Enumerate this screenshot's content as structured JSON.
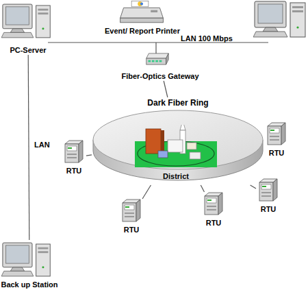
{
  "diagram": {
    "nodes": [
      {
        "text": [
          "PC-Server"
        ]
      },
      {
        "text": [
          "Event/ Report Printer"
        ]
      },
      {
        "text": [
          "Fiber-Optics Gateway"
        ]
      },
      {
        "text": [
          "Dark Fiber Ring"
        ]
      },
      {
        "text": [
          "District"
        ],
        "in": 3
      },
      {
        "text": [
          "RTU"
        ]
      },
      {
        "text": [
          "RTU"
        ]
      },
      {
        "text": [
          "RTU"
        ]
      },
      {
        "text": [
          "RTU"
        ]
      },
      {
        "text": [
          "RTU"
        ]
      },
      {
        "text": [
          "Back up Station"
        ]
      }
    ],
    "edges": [
      {
        "from": 0,
        "to": 10,
        "label": "LAN",
        "arrow": "none"
      },
      {
        "from": 2,
        "to": 3,
        "arrow": "none"
      },
      {
        "from": 5,
        "to": 3,
        "arrow": "none"
      },
      {
        "from": 6,
        "to": 3,
        "arrow": "none"
      },
      {
        "from": 7,
        "to": 3,
        "arrow": "none"
      },
      {
        "from": 8,
        "to": 3,
        "arrow": "none"
      },
      {
        "from": 9,
        "to": 3,
        "arrow": "none"
      }
    ],
    "labels": [
      "LAN 100 Mbps"
    ]
  }
}
